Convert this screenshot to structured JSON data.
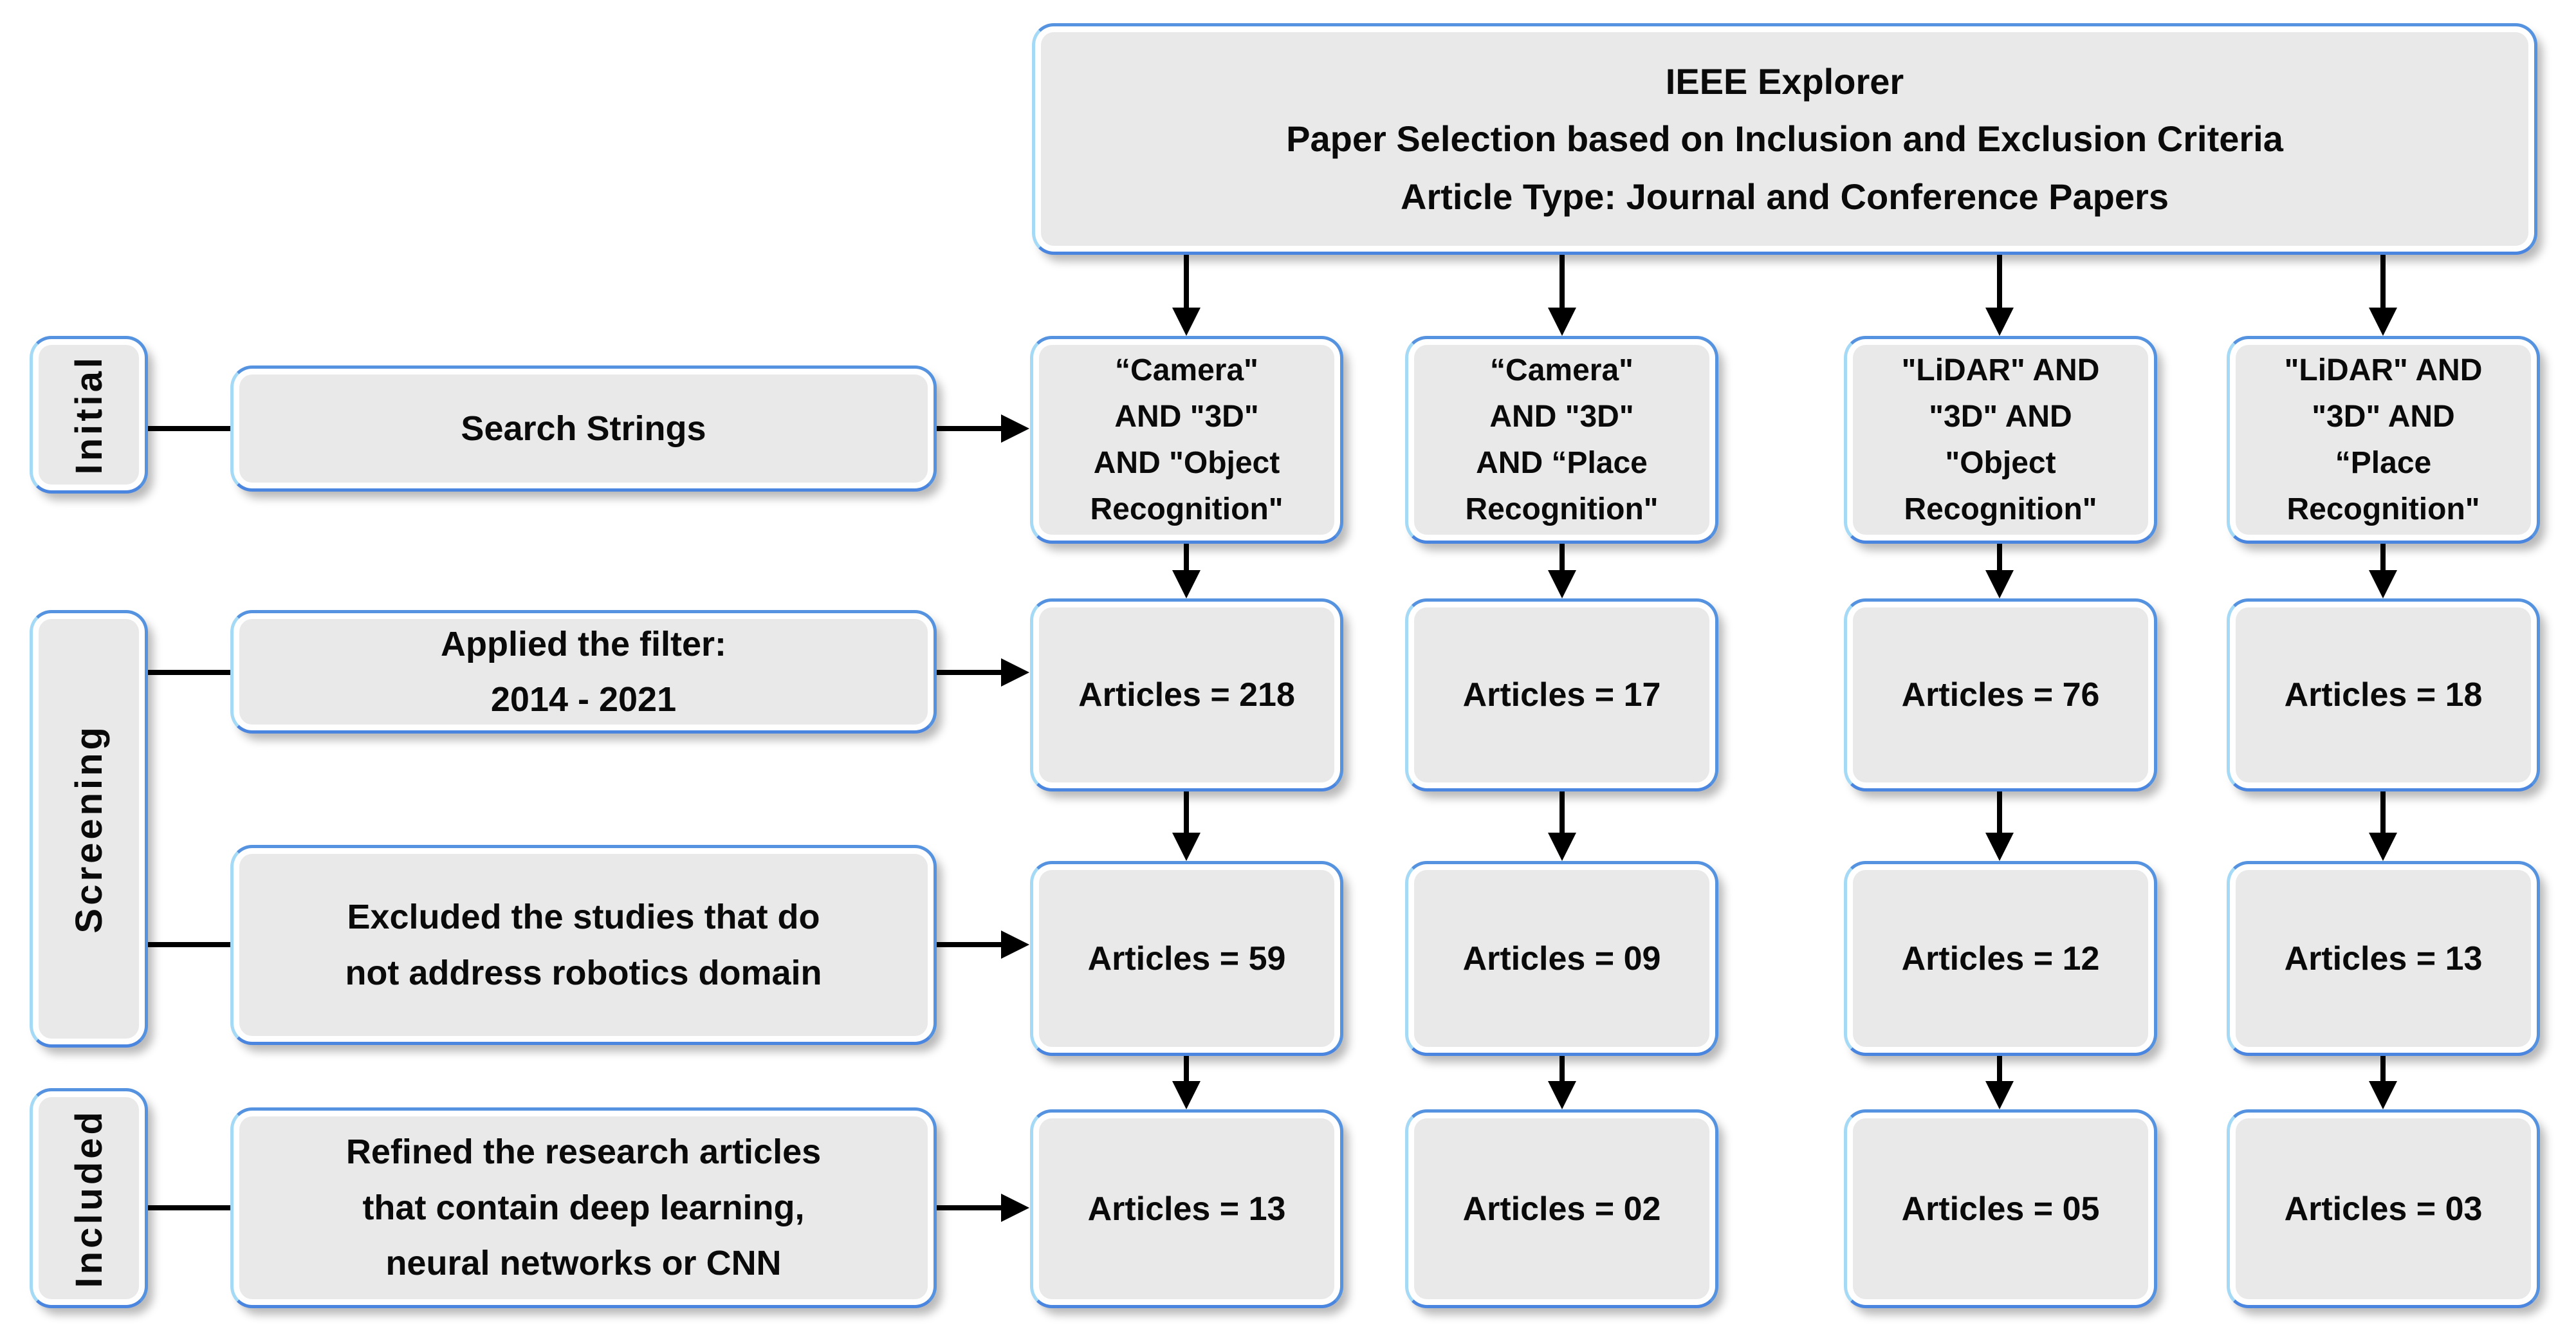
{
  "diagram": {
    "title_box": {
      "text": "IEEE Explorer\nPaper Selection based on Inclusion and Exclusion Criteria\nArticle Type: Journal and Conference Papers"
    },
    "stages": {
      "initial": "Initial",
      "screening": "Screening",
      "included": "Included"
    },
    "steps": {
      "search": "Search Strings",
      "filter": "Applied the filter:\n2014 - 2021",
      "exclude": "Excluded the studies that do\nnot address robotics domain",
      "refine": "Refined the research articles\nthat contain deep learning,\nneural networks or CNN"
    },
    "columns": [
      {
        "search_string": "“Camera\"\nAND \"3D\"\nAND \"Object\nRecognition\"",
        "after_filter": "Articles = 218",
        "after_exclusion": "Articles = 59",
        "included": "Articles = 13"
      },
      {
        "search_string": "“Camera\"\nAND \"3D\"\nAND “Place\nRecognition\"",
        "after_filter": "Articles = 17",
        "after_exclusion": "Articles = 09",
        "included": "Articles = 02"
      },
      {
        "search_string": "\"LiDAR\" AND\n\"3D\" AND\n\"Object\nRecognition\"",
        "after_filter": "Articles = 76",
        "after_exclusion": "Articles = 12",
        "included": "Articles = 05"
      },
      {
        "search_string": "\"LiDAR\" AND\n\"3D\" AND\n“Place\nRecognition\"",
        "after_filter": "Articles = 18",
        "after_exclusion": "Articles = 13",
        "included": "Articles = 03"
      }
    ]
  }
}
